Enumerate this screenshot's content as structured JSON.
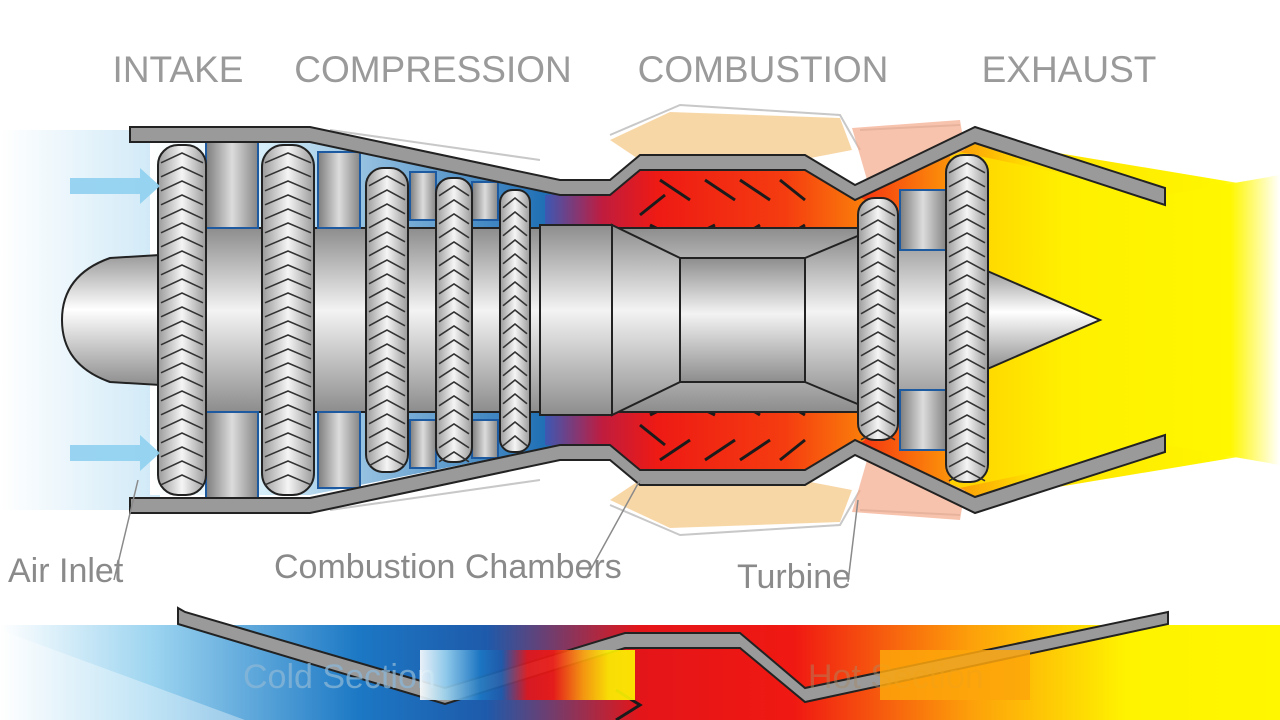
{
  "stages": {
    "intake": "INTAKE",
    "compression": "COMPRESSION",
    "combustion": "COMBUSTION",
    "exhaust": "EXHAUST"
  },
  "callouts": {
    "air_inlet": "Air Inlet",
    "combustion_chambers": "Combustion Chambers",
    "turbine": "Turbine"
  },
  "sections": {
    "cold": "Cold Section",
    "hot": "Hot Section"
  },
  "colors": {
    "stage_label": "#9a9a9a",
    "callout_label": "#8a8a8a",
    "cold_air": "#8fd0f0",
    "combustion_red": "#f01a14",
    "exhaust_yellow": "#fff200",
    "metal_gray": "#bcbcbc",
    "casing_outline": "#333333"
  }
}
